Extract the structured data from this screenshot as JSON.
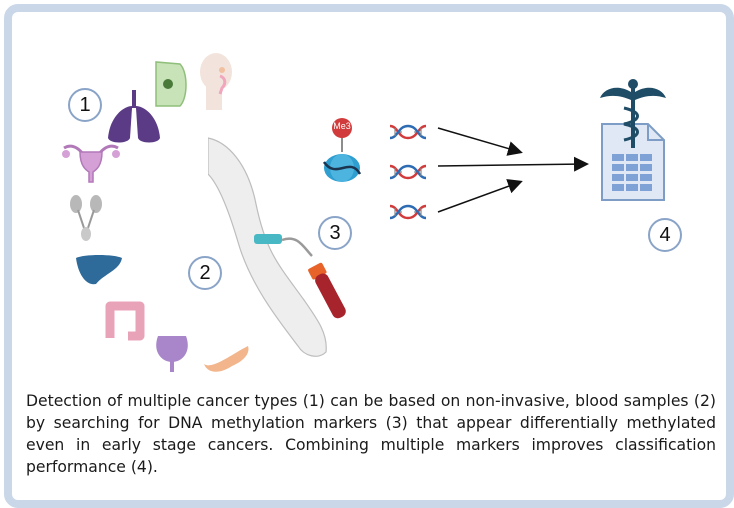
{
  "badges": {
    "b1": "1",
    "b2": "2",
    "b3": "3",
    "b4": "4"
  },
  "marker_label": "Me3",
  "caption": "Detection of multiple cancer types (1) can be based on non-invasive, blood samples (2) by searching for DNA methylation markers (3) that appear differentially methylated even in early stage cancers. Combining multiple markers improves classification performance (4).",
  "colors": {
    "frame": "#c9d7e9",
    "badge_border": "#8aa4c8",
    "lung": "#5b3a86",
    "liver": "#2e6b9a",
    "colon": "#e8a3b8",
    "pancreas": "#f2b58c",
    "bladder": "#a986c9",
    "dna_red": "#d23b3b",
    "dna_blue": "#2d6bb3",
    "caduceus": "#1f4c66",
    "document": "#dfe8f4"
  },
  "icons": [
    "lungs-icon",
    "breast-icon",
    "head-neck-icon",
    "uterus-icon",
    "kidney-icon",
    "liver-icon",
    "colon-icon",
    "bladder-icon",
    "pancreas-icon",
    "arm-blood-draw-icon",
    "blood-tube-icon",
    "nucleosome-icon",
    "dna-icon",
    "arrow-icon",
    "medical-report-icon"
  ]
}
